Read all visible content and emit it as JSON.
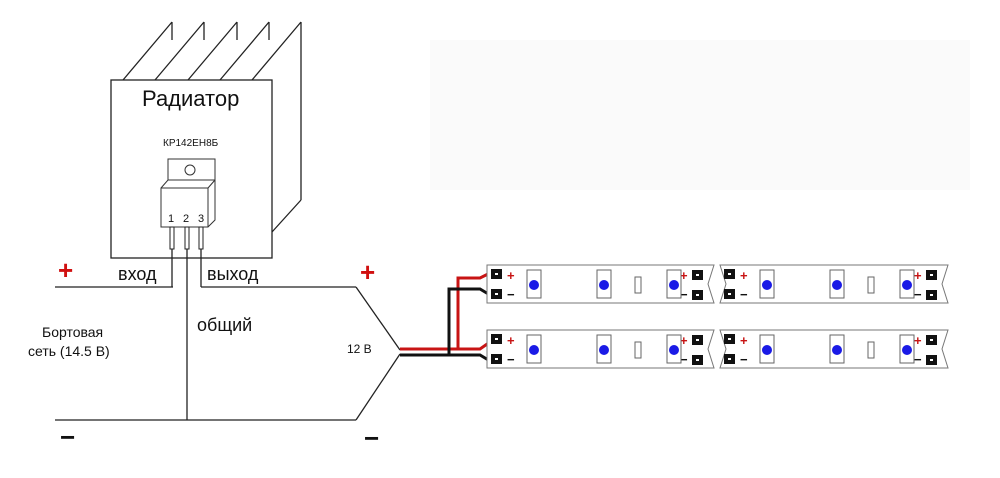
{
  "radiator": {
    "label": "Радиатор"
  },
  "regulator": {
    "part": "КР142ЕН8Б",
    "pins": [
      "1",
      "2",
      "3"
    ]
  },
  "labels": {
    "input": "вход",
    "output": "выход",
    "common": "общий",
    "source_line1": "Бортовая",
    "source_line2": "сеть (14.5 В)",
    "output_voltage": "12 В"
  },
  "signs": {
    "plus": "+",
    "minus": "−"
  },
  "colors": {
    "positive_wire": "#c81414",
    "negative_wire": "#111111",
    "led": "#1a1ae6"
  }
}
